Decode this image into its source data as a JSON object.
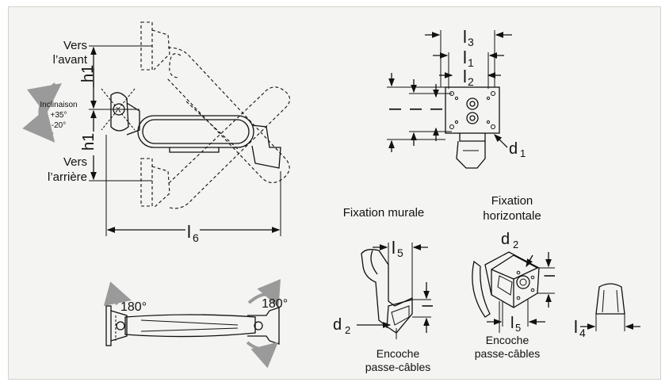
{
  "side_view": {
    "forward_line1": "Vers",
    "forward_line2": "l’avant",
    "backward_line1": "Vers",
    "backward_line2": "l’arrière",
    "tilt_label": "Inclinaison",
    "tilt_up": "+35°",
    "tilt_down": "-20°",
    "h1_label": "h1",
    "l6_main": "l",
    "l6_sub": "6"
  },
  "top_view": {
    "rotation_left": "180°",
    "rotation_right": "180°"
  },
  "plate": {
    "l3_main": "l",
    "l3_sub": "3",
    "l1_main": "l",
    "l1_sub": "1",
    "l2_main": "l",
    "l2_sub": "2",
    "d1_main": "d",
    "d1_sub": "1"
  },
  "wall_mount": {
    "title": "Fixation murale",
    "l5_main": "l",
    "l5_sub": "5",
    "d2_main": "d",
    "d2_sub": "2",
    "cable_line1": "Encoche",
    "cable_line2": "passe-câbles"
  },
  "horizontal_mount": {
    "title_line1": "Fixation",
    "title_line2": "horizontale",
    "d2_main": "d",
    "d2_sub": "2",
    "l5_main": "l",
    "l5_sub": "5",
    "cable_line1": "Encoche",
    "cable_line2": "passe-câbles"
  },
  "cap": {
    "l4_main": "l",
    "l4_sub": "4"
  }
}
